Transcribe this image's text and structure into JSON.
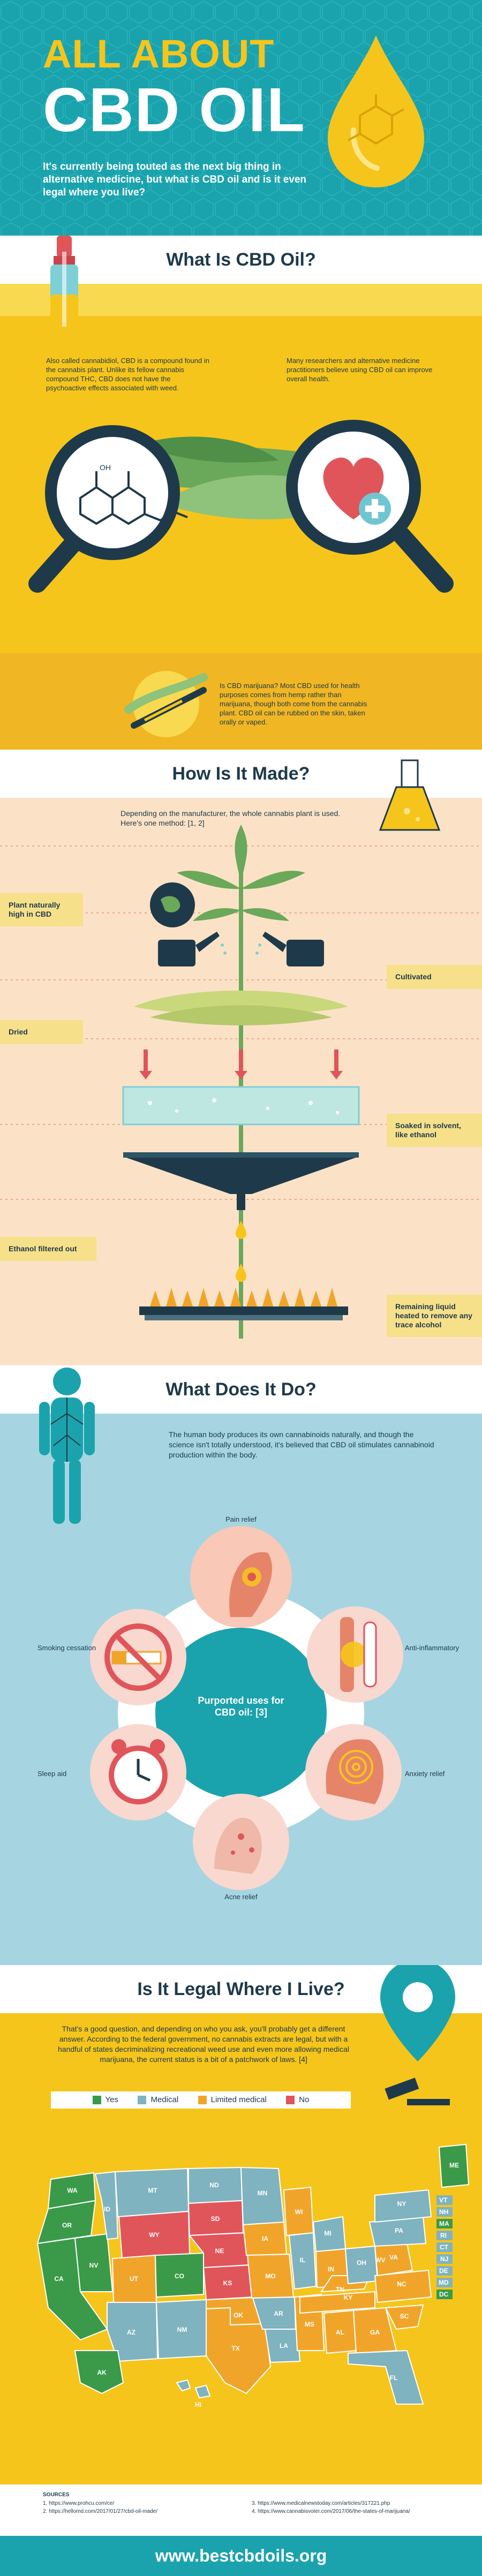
{
  "header": {
    "title_line1": "ALL ABOUT",
    "title_line2": "CBD OIL",
    "intro": "It's currently being touted as the next big thing in alternative medicine, but what is CBD oil and is it even legal where you live?"
  },
  "what_is": {
    "heading": "What Is CBD Oil?",
    "left_text": "Also called cannabidiol, CBD is a compound found in the cannabis plant. Unlike its fellow cannabis compound THC, CBD does not have the psychoactive effects associated with weed.",
    "right_text": "Many researchers and alternative medicine practitioners believe using CBD oil can improve overall health.",
    "marijuana_text": "Is CBD marijuana? Most CBD used for health purposes comes from hemp rather than marijuana, though both come from the cannabis plant. CBD oil can be rubbed on the skin, taken orally or vaped."
  },
  "how_made": {
    "heading": "How Is It Made?",
    "intro": "Depending on the manufacturer, the whole cannabis plant is used. Here's one method: [1, 2]",
    "steps": [
      "Plant naturally high in CBD",
      "Cultivated",
      "Dried",
      "Soaked in solvent, like ethanol",
      "Ethanol filtered out",
      "Remaining liquid heated to remove any trace alcohol"
    ]
  },
  "what_does": {
    "heading": "What Does It Do?",
    "intro": "The human body produces its own cannabinoids naturally, and though the science isn't totally understood, it's believed that CBD oil stimulates cannabinoid production within the body.",
    "center_label": "Purported uses for CBD oil: [3]",
    "uses": [
      "Pain relief",
      "Anti-inflammatory",
      "Anxiety relief",
      "Acne relief",
      "Sleep aid",
      "Smoking cessation"
    ]
  },
  "legal": {
    "heading": "Is It Legal Where I Live?",
    "intro": "That's a good question, and depending on who you ask, you'll probably get a different answer. According to the federal government, no cannabis extracts are legal, but with a handful of states decriminalizing recreational weed use and even more allowing medical marijuana, the current status is a bit of a patchwork of laws. [4]",
    "legend": [
      {
        "label": "Yes",
        "color": "#3a9a4a"
      },
      {
        "label": "Medical",
        "color": "#7fb3bf"
      },
      {
        "label": "Limited medical",
        "color": "#f0a52a"
      },
      {
        "label": "No",
        "color": "#e0555a"
      }
    ],
    "states": [
      "WA",
      "OR",
      "CA",
      "NV",
      "ID",
      "MT",
      "WY",
      "UT",
      "CO",
      "AZ",
      "NM",
      "ND",
      "SD",
      "NE",
      "KS",
      "OK",
      "TX",
      "MN",
      "IA",
      "MO",
      "AR",
      "LA",
      "WI",
      "IL",
      "MS",
      "MI",
      "IN",
      "KY",
      "TN",
      "AL",
      "OH",
      "GA",
      "FL",
      "SC",
      "NC",
      "VA",
      "WV",
      "PA",
      "NY",
      "ME",
      "VT",
      "NH",
      "MA",
      "RI",
      "CT",
      "NJ",
      "DE",
      "MD",
      "DC",
      "AK",
      "HI"
    ]
  },
  "sources": {
    "heading": "SOURCES",
    "items": [
      "1. https://www.prohcu.com/ce/",
      "2. https://hellomd.com/2017/01/27/cbd-oil-made/",
      "3. https://www.medicalnewstoday.com/articles/317221.php",
      "4. https://www.cannabisvoter.com/2017/06/the-states-of-marijuana/"
    ]
  },
  "footer": {
    "url": "www.bestcbdoils.org"
  },
  "colors": {
    "teal": "#1ba3ad",
    "yellow": "#f6c51b",
    "navy": "#1e3a4a",
    "peach": "#f9d8b8",
    "lightblue": "#a6d5e1"
  }
}
